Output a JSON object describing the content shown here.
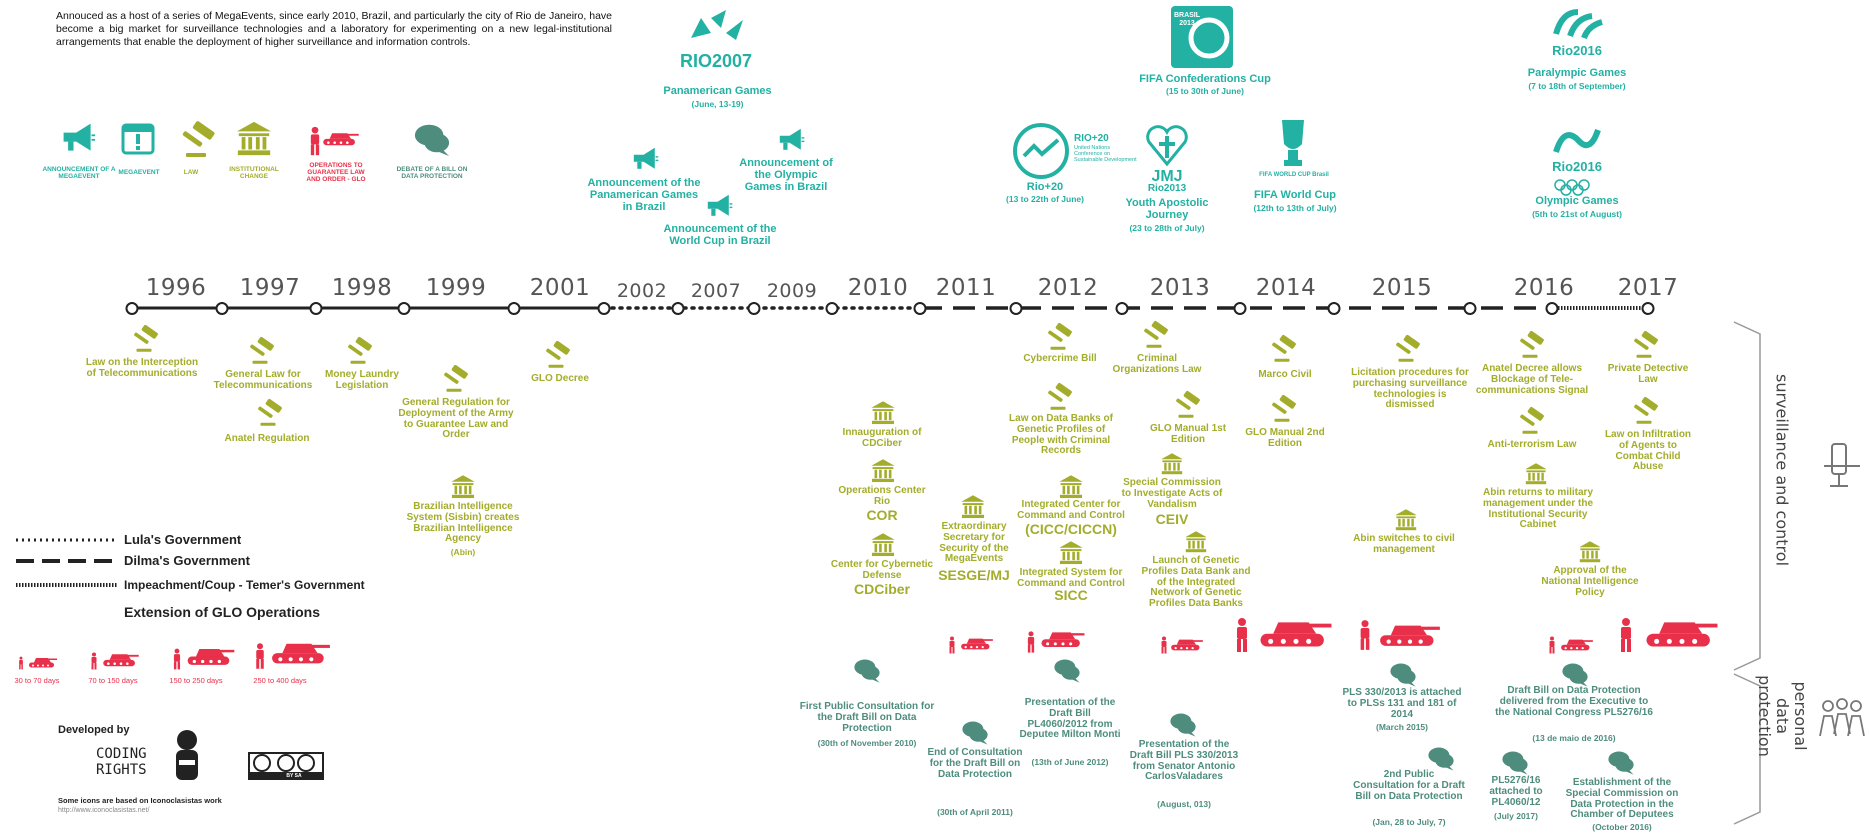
{
  "intro": "Annouced as a host of a series of MegaEvents, since early 2010, Brazil, and particularly the city of Rio de Janeiro, have become a big market for surveillance technologies and a laboratory for experimenting on a new legal-institutional arrangements that enable the deployment of higher surveillance and information controls.",
  "legend_icons": {
    "announcement": "ANNOUNCEMENT OF A MEGAEVENT",
    "megaevent": "MEGAEVENT",
    "law": "LAW",
    "institutional": "INSTITUTIONAL CHANGE",
    "glo": "OPERATIONS TO GUARANTEE LAW AND ORDER - GLO",
    "debate": "DEBATE OF A BILL ON DATA PROTECTION"
  },
  "years": [
    "1996",
    "1997",
    "1998",
    "1999",
    "2001",
    "2002",
    "2007",
    "2009",
    "2010",
    "2011",
    "2012",
    "2013",
    "2014",
    "2015",
    "2016",
    "2017"
  ],
  "events": {
    "panamerican_logo": "RIO2007",
    "panamerican": "Panamerican Games",
    "panamerican_date": "(June, 13-19)",
    "ann_panamerican": "Announcement of the Panamerican Games in Brazil",
    "ann_worldcup": "Announcement of the World Cup in Brazil",
    "ann_olympic": "Announcement of the Olympic Games in Brazil",
    "confed_logo": "BRASIL 2013",
    "confed": "FIFA Confederations Cup",
    "confed_date": "(15 to 30th of June)",
    "rio20_logo": "RIO+20",
    "rio20_desc": "United Nations Conference on Sustainable Development",
    "rio20": "Rio+20",
    "rio20_date": "(13 to 22th of June)",
    "jmj_logo": "JMJ",
    "jmj_logo_sub": "Rio2013",
    "jmj": "Youth Apostolic Journey",
    "jmj_date": "(23 to 28th of July)",
    "worldcup_logo": "FIFA WORLD CUP Brasil",
    "worldcup": "FIFA World Cup",
    "worldcup_date": "(12th to 13th of July)",
    "paralympic_logo": "Rio2016",
    "paralympic": "Paralympic Games",
    "paralympic_date": "(7 to 18th of September)",
    "olympic_logo": "Rio2016",
    "olympic": "Olympic Games",
    "olympic_date": "(5th to 21st of August)"
  },
  "laws": {
    "l1996": "Law on the Interception of Telecommunications",
    "l1997a": "General Law for Telecommunications",
    "l1997b": "Anatel Regulation",
    "l1998": "Money Laundry Legislation",
    "l1999": "General Regulation for Deployment of the Army to Guarantee Law and Order",
    "l1999b": "Brazilian Intelligence System (Sisbin) creates Brazilian Intelligence Agency",
    "l1999b_sub": "(Abin)",
    "l2001": "GLO Decree",
    "l2010a": "Innauguration of CDCiber",
    "l2010b": "Operations Center Rio",
    "l2010b_big": "COR",
    "l2010c": "Center for Cybernetic Defense",
    "l2010c_big": "CDCiber",
    "l2011": "Extraordinary Secretary for Security of the MegaEvents",
    "l2011_big": "SESGE/MJ",
    "l2012a": "Cybercrime Bill",
    "l2012b": "Law on Data Banks of Genetic Profiles of People with Criminal Records",
    "l2012c": "Integrated Center for Command and Control",
    "l2012c_big": "(CICC/CICCN)",
    "l2012d": "Integrated System for Command and Control",
    "l2012d_big": "SICC",
    "l2013a": "Criminal Organizations Law",
    "l2013b": "GLO Manual 1st Edition",
    "l2013c": "Special Commission to Investigate Acts of Vandalism",
    "l2013c_big": "CEIV",
    "l2013d": "Launch of Genetic Profiles Data Bank and of the Integrated Network of Genetic Profiles Data Banks",
    "l2014a": "Marco Civil",
    "l2014b": "GLO Manual 2nd Edition",
    "l2015a": "Licitation procedures for purchasing surveillance technologies is dismissed",
    "l2015b": "Abin switches to civil management",
    "l2016a": "Anatel Decree allows Blockage of Tele-communications Signal",
    "l2016b": "Anti-terrorism Law",
    "l2016c": "Abin returns to military management under the Institutional Security Cabinet",
    "l2016d": "Approval of the National Intelligence Policy",
    "l2017a": "Private Detective Law",
    "l2017b": "Law on Infiltration of Agents to Combat Child Abuse"
  },
  "dataprot": {
    "d1": "First Public Consultation for the Draft Bill on Data Protection",
    "d1_date": "(30th of November 2010)",
    "d2": "End of Consultation for the Draft Bill on Data Protection",
    "d2_date": "(30th of April 2011)",
    "d3": "Presentation of the Draft Bill PL4060/2012 from Deputee Milton Monti",
    "d3_date": "(13th of June 2012)",
    "d4": "Presentation of the Draft Bill PLS 330/2013 from Senator Antonio CarlosValadares",
    "d4_date": "(August, 013)",
    "d5": "PLS 330/2013 is attached to PLSs 131 and 181 of 2014",
    "d5_date": "(March 2015)",
    "d6": "2nd Public Consultation for a Draft Bill on Data Protection",
    "d6_date": "(Jan, 28 to July, 7)",
    "d7": "Draft Bill on Data Protection delivered from the Executive to the National Congress PL5276/16",
    "d7_date": "(13 de maio de 2016)",
    "d8": "PL5276/16 attached to PL4060/12",
    "d8_date": "(July 2017)",
    "d9": "Establishment of the Special Commission on Data Protection in the Chamber of Deputees",
    "d9_date": "(October 2016)"
  },
  "legend": {
    "lula": "Lula's Government",
    "dilma": "Dilma's Government",
    "temer": "Impeachment/Coup - Temer's Government",
    "glo_ext": "Extension of GLO Operations",
    "glo1": "30 to 70 days",
    "glo2": "70 to 150 days",
    "glo3": "150 to 250 days",
    "glo4": "250 to 400 days"
  },
  "credits": {
    "developed": "Developed by",
    "coding": "CODING",
    "rights": "RIGHTS",
    "icons_note": "Some icons are based on Iconoclasistas work",
    "url": "http://www.iconoclasistas.net/",
    "cc": "BY SA"
  },
  "side": {
    "surveillance": "surveillance and control",
    "personal": "personal data protection"
  },
  "colors": {
    "olive": "#a3ad2b",
    "teal": "#23b1a3",
    "dark_teal": "#4e8d7d",
    "red": "#e8304a"
  }
}
